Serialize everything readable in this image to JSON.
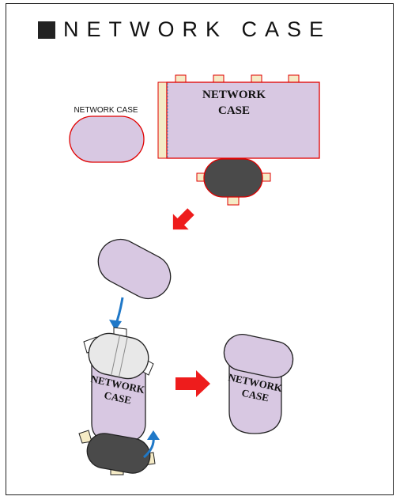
{
  "title": "NETWORK CASE",
  "template": {
    "side_label": "NETWORK CASE",
    "body_label_line1": "NETWORK",
    "body_label_line2": "CASE"
  },
  "assembly": {
    "left_label_line1": "NETWORK",
    "left_label_line2": "CASE",
    "result_label_line1": "NETWORK",
    "result_label_line2": "CASE"
  },
  "colors": {
    "lavender": "#d8c8e2",
    "cut_line": "#e00000",
    "tab": "#f5ebc6",
    "dark": "#4a4a4a",
    "arrow_red": "#ee1c1c",
    "arrow_blue": "#1f78c8",
    "fold_line": "#4aa0d8"
  },
  "icons": {
    "step_arrow": "red-arrow-icon",
    "fold_arrow": "blue-curved-arrow-icon"
  }
}
